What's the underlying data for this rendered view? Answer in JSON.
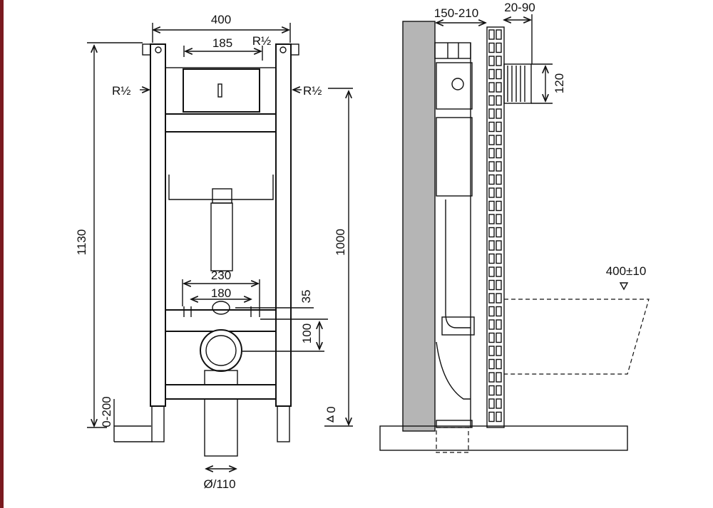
{
  "front_view": {
    "width_total": "400",
    "flush_width": "185",
    "inlet_top": "R½",
    "inlet_left": "R½",
    "inlet_right": "R½",
    "height_total": "1130",
    "height_frame": "1000",
    "bolt_spacing_outer": "230",
    "bolt_spacing_inner": "180",
    "bolt_offset": "35",
    "drain_height": "100",
    "foot_adjust": "0-200",
    "floor_level": "0",
    "drain_diameter": "Ø/110"
  },
  "side_view": {
    "wall_distance": "150-210",
    "panel_depth": "20-90",
    "spigot_height": "120",
    "seat_height": "400±10"
  },
  "colors": {
    "wall": "#b5b5b5",
    "edge": "#7a1a1f"
  }
}
